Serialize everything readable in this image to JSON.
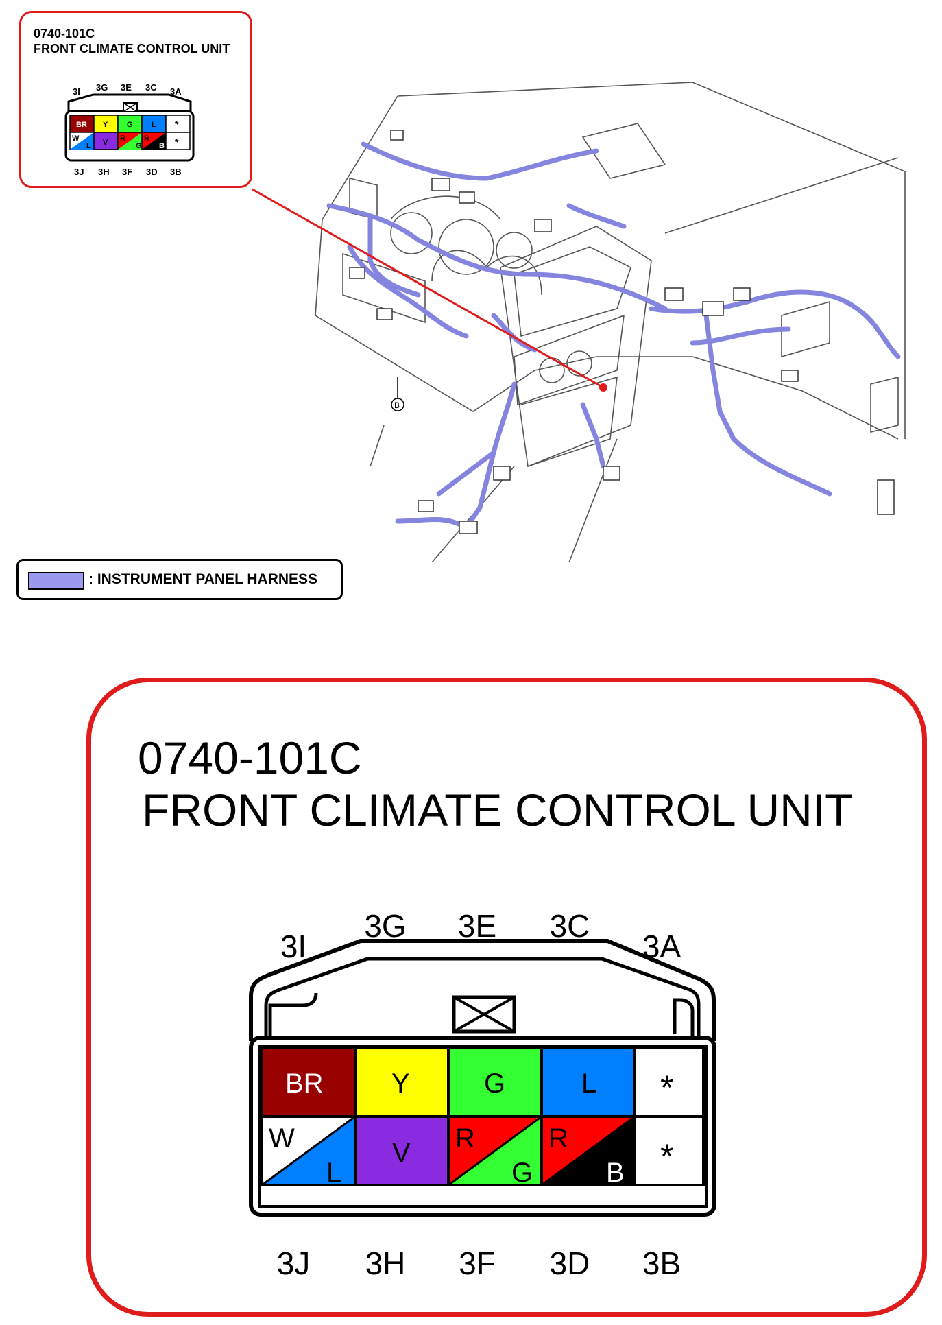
{
  "connector": {
    "code": "0740-101C",
    "name": "FRONT CLIMATE CONTROL UNIT",
    "top_pins": [
      "3I",
      "3G",
      "3E",
      "3C",
      "3A"
    ],
    "bottom_pins": [
      "3J",
      "3H",
      "3F",
      "3D",
      "3B"
    ],
    "cells_row1": [
      "BR",
      "Y",
      "G",
      "L",
      "*"
    ],
    "cells_row2_primary": [
      "W",
      "V",
      "R",
      "R",
      "*"
    ],
    "cells_row2_secondary": [
      "L",
      "",
      "G",
      "B",
      ""
    ]
  },
  "legend": {
    "label": ": INSTRUMENT PANEL HARNESS",
    "color": "#9a99ee"
  },
  "scene": {
    "ground_marker": "B"
  },
  "colors": {
    "callout": "#e01b1b",
    "brown": "#990000",
    "yellow": "#ffff00",
    "green": "#33ff33",
    "blue": "#0080ff",
    "violet": "#8a2be2",
    "red": "#ff0000",
    "black": "#000000",
    "white": "#ffffff",
    "harness": "#9a99ee"
  }
}
